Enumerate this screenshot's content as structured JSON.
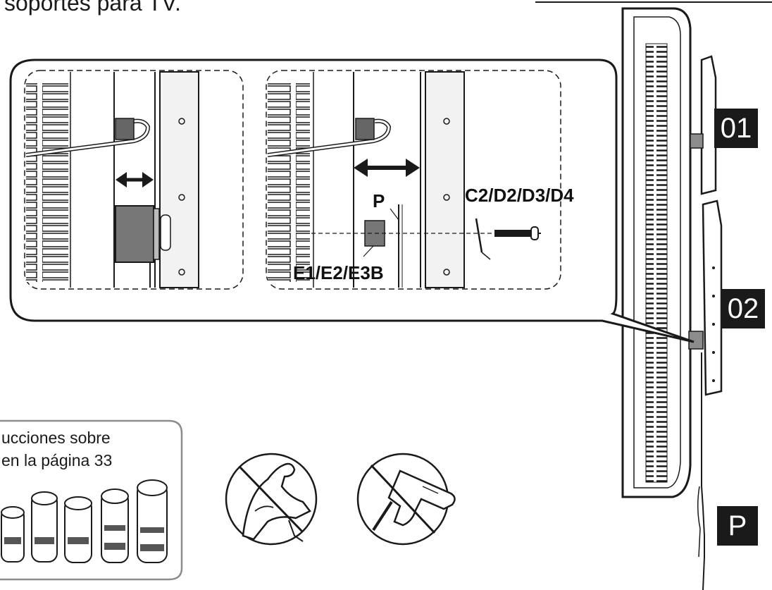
{
  "header_text": "soportes para TV.",
  "callout": {
    "label_p": "P",
    "label_screws": "C2/D2/D3/D4",
    "label_spacers": "E1/E2/E3B"
  },
  "badges": {
    "b01": "01",
    "b02": "02",
    "bP": "P"
  },
  "instructions_box": {
    "line1": "ucciones sobre",
    "line2": "en la página 33"
  },
  "warnings": [
    {
      "icon": "no-excess-force-icon"
    },
    {
      "icon": "no-power-drill-icon"
    }
  ],
  "colors": {
    "ink": "#1a1a1a",
    "screen_gray": "#8c8c8c",
    "spacer_gray": "#777777"
  }
}
